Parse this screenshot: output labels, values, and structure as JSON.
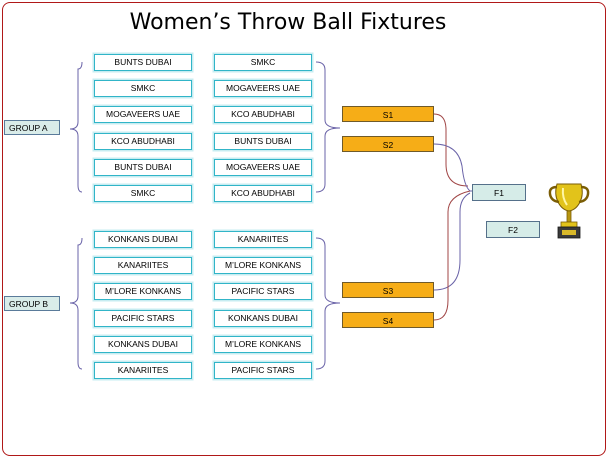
{
  "title": "Women’s Throw Ball Fixtures",
  "groups": [
    {
      "label": "GROUP A",
      "matches": [
        {
          "home": "BUNTS DUBAI",
          "away": "SMKC"
        },
        {
          "home": "SMKC",
          "away": "MOGAVEERS UAE"
        },
        {
          "home": "MOGAVEERS UAE",
          "away": "KCO ABUDHABI"
        },
        {
          "home": "KCO ABUDHABI",
          "away": "BUNTS DUBAI"
        },
        {
          "home": "BUNTS DUBAI",
          "away": "MOGAVEERS UAE"
        },
        {
          "home": "SMKC",
          "away": "KCO ABUDHABI"
        }
      ]
    },
    {
      "label": "GROUP B",
      "matches": [
        {
          "home": "KONKANS DUBAI",
          "away": "KANARIITES"
        },
        {
          "home": "KANARIITES",
          "away": "M’LORE KONKANS"
        },
        {
          "home": "M’LORE KONKANS",
          "away": "PACIFIC STARS"
        },
        {
          "home": "PACIFIC STARS",
          "away": "KONKANS DUBAI"
        },
        {
          "home": "KONKANS DUBAI",
          "away": "M’LORE KONKANS"
        },
        {
          "home": "KANARIITES",
          "away": "PACIFIC STARS"
        }
      ]
    }
  ],
  "semis": [
    "S1",
    "S2",
    "S3",
    "S4"
  ],
  "finals": [
    "F1",
    "F2"
  ],
  "colors": {
    "frame": "#b01818",
    "team_border": "#31b5c8",
    "semi_fill": "#f6ad17",
    "final_fill": "#d6ece8",
    "connector": "#6a63a8",
    "semi_connector": "#a04545"
  },
  "icons": {
    "trophy": "trophy-icon"
  }
}
